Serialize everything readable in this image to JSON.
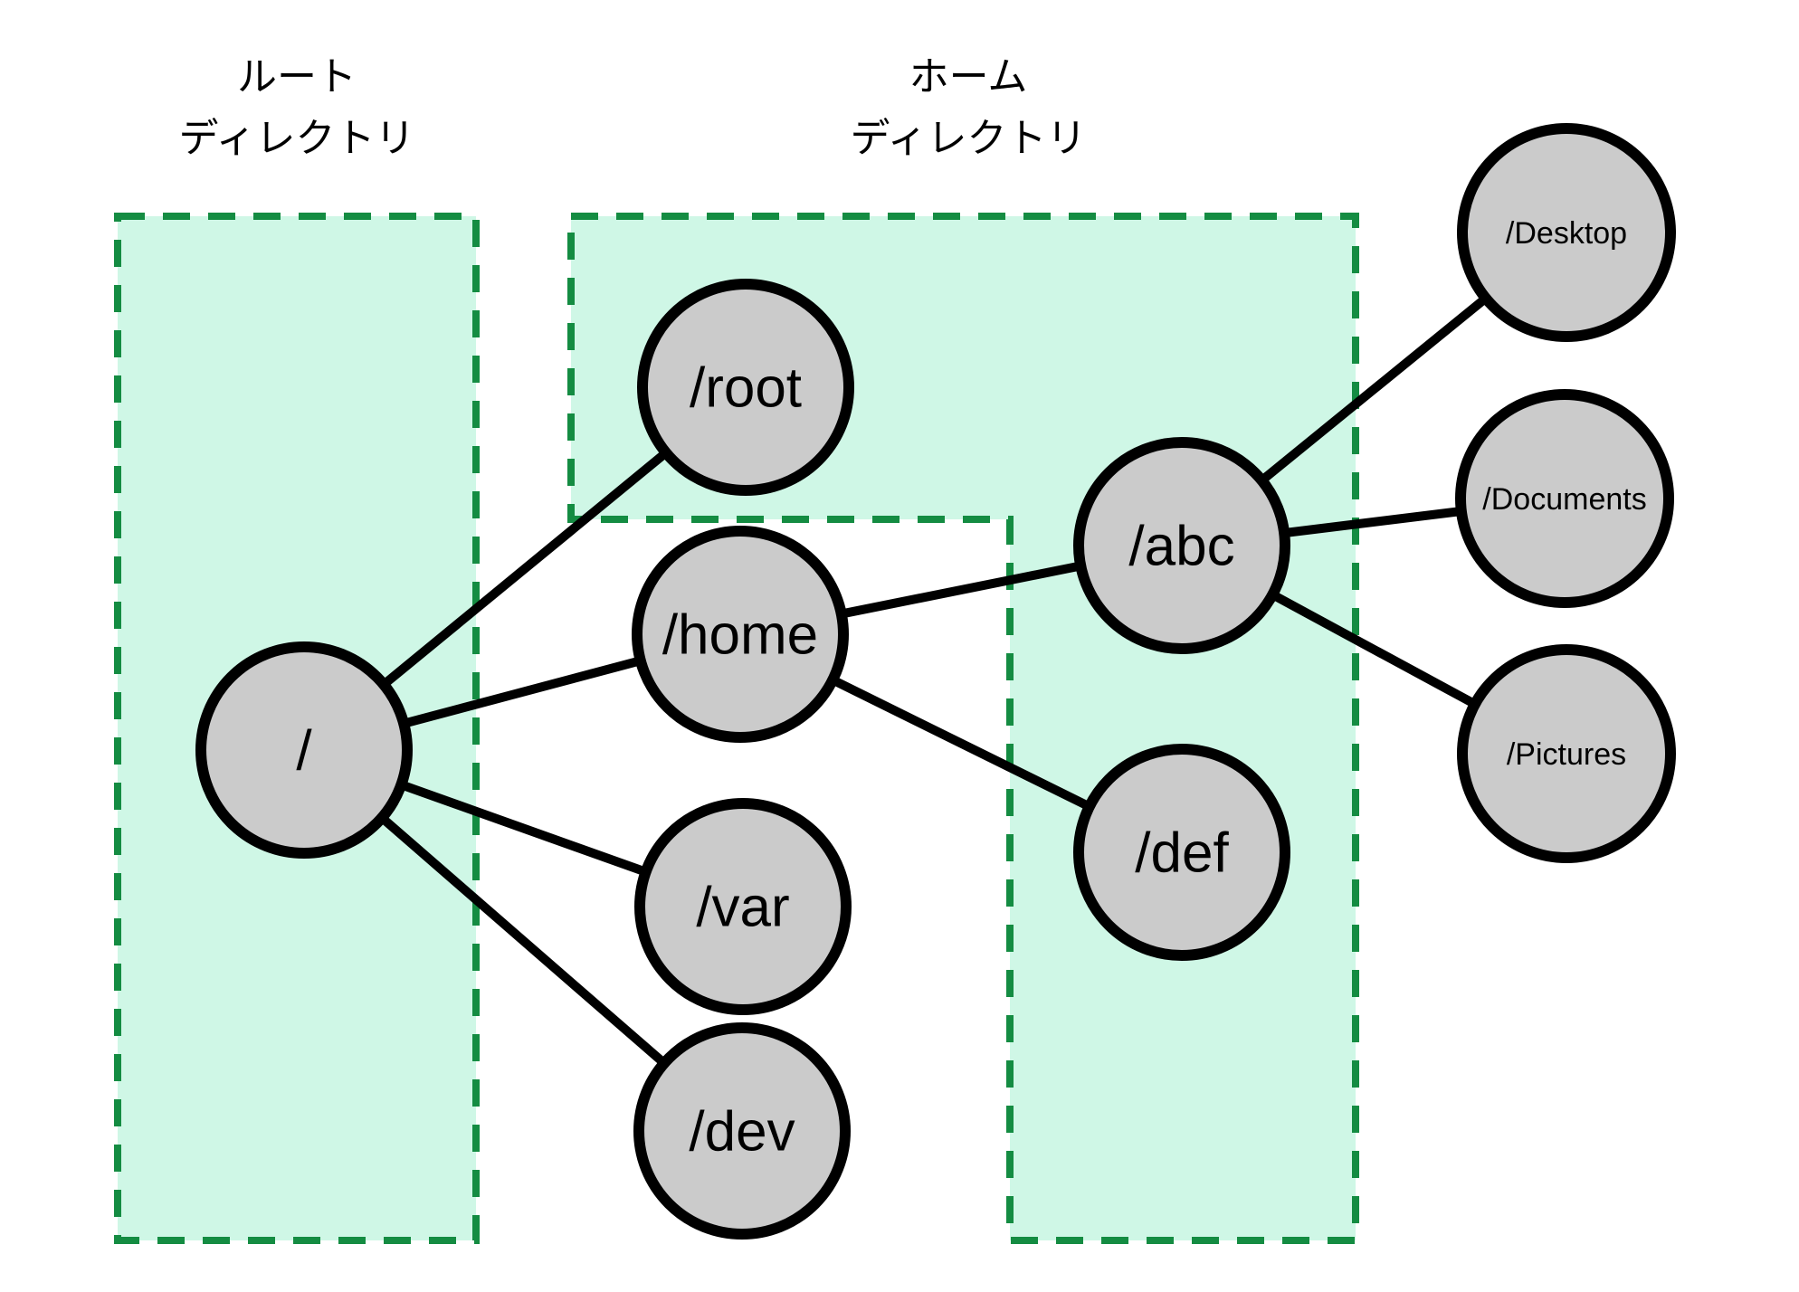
{
  "diagram": {
    "type": "filesystem-tree",
    "regions": {
      "root_region": {
        "title_line1": "ルート",
        "title_line2": "ディレクトリ"
      },
      "home_region": {
        "title_line1": "ホーム",
        "title_line2": "ディレクトリ"
      }
    },
    "nodes": {
      "root": {
        "label": "/"
      },
      "root_dir": {
        "label": "/root"
      },
      "home": {
        "label": "/home"
      },
      "var": {
        "label": "/var"
      },
      "dev": {
        "label": "/dev"
      },
      "abc": {
        "label": "/abc"
      },
      "def": {
        "label": "/def"
      },
      "desktop": {
        "label": "/Desktop"
      },
      "documents": {
        "label": "/Documents"
      },
      "pictures": {
        "label": "/Pictures"
      }
    },
    "edges": [
      {
        "from": "/",
        "to": "/root"
      },
      {
        "from": "/",
        "to": "/home"
      },
      {
        "from": "/",
        "to": "/var"
      },
      {
        "from": "/",
        "to": "/dev"
      },
      {
        "from": "/home",
        "to": "/abc"
      },
      {
        "from": "/home",
        "to": "/def"
      },
      {
        "from": "/abc",
        "to": "/Desktop"
      },
      {
        "from": "/abc",
        "to": "/Documents"
      },
      {
        "from": "/abc",
        "to": "/Pictures"
      }
    ],
    "colors": {
      "region_fill": "#cff7e6",
      "region_border": "#148c42",
      "node_fill": "#cbcbcb",
      "node_border": "#000000",
      "edge": "#000000",
      "background": "#ffffff",
      "text": "#000000"
    }
  }
}
